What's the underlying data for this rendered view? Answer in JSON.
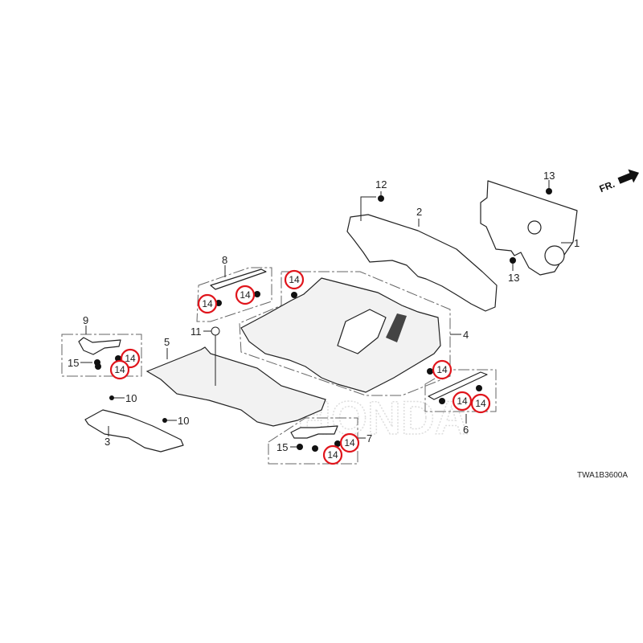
{
  "diagram": {
    "direction_label": "FR.",
    "drawing_code": "TWA1B3600A",
    "watermark": "HONDA",
    "callouts": {
      "p1": "1",
      "p2": "2",
      "p3": "3",
      "p4": "4",
      "p5": "5",
      "p6": "6",
      "p7": "7",
      "p8": "8",
      "p9": "9",
      "p10a": "10",
      "p10b": "10",
      "p11": "11",
      "p12": "12",
      "p13a": "13",
      "p13b": "13",
      "p15a": "15",
      "p15b": "15"
    },
    "highlighted": [
      {
        "label": "14"
      },
      {
        "label": "14"
      },
      {
        "label": "14"
      },
      {
        "label": "14"
      },
      {
        "label": "14"
      },
      {
        "label": "14"
      },
      {
        "label": "14"
      },
      {
        "label": "14"
      },
      {
        "label": "14"
      },
      {
        "label": "14"
      }
    ],
    "highlight_color": "#e0141b"
  }
}
